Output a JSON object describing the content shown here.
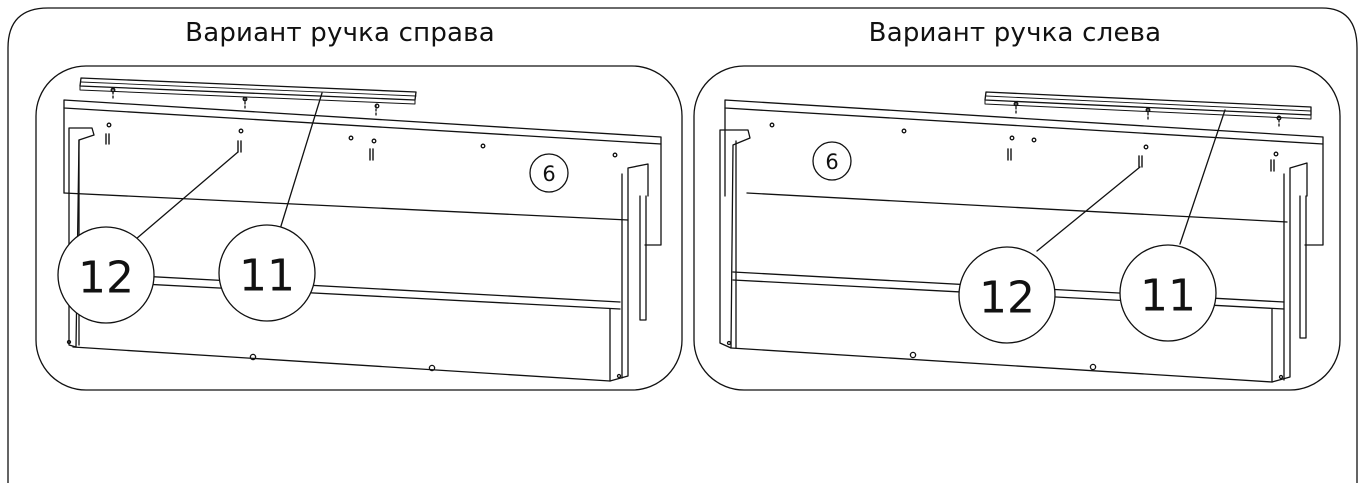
{
  "variants": [
    {
      "title": "Вариант ручка справа",
      "part_marker": "6",
      "callouts": [
        {
          "label": "12",
          "target": "screw"
        },
        {
          "label": "11",
          "target": "handle-rail"
        }
      ]
    },
    {
      "title": "Вариант ручка слева",
      "part_marker": "6",
      "callouts": [
        {
          "label": "12",
          "target": "screw"
        },
        {
          "label": "11",
          "target": "handle-rail"
        }
      ]
    }
  ]
}
